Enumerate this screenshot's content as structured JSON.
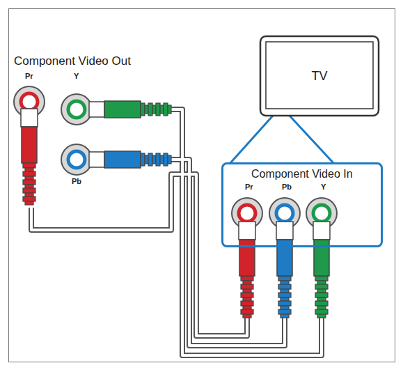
{
  "diagram": {
    "nodes": [
      {
        "text": [
          "TV"
        ]
      },
      {
        "text": [
          "Component Video In",
          "Pr",
          "Pb",
          "Y"
        ]
      }
    ],
    "labels": [
      "Component Video Out",
      "Pr",
      "Y",
      "Pb"
    ]
  }
}
